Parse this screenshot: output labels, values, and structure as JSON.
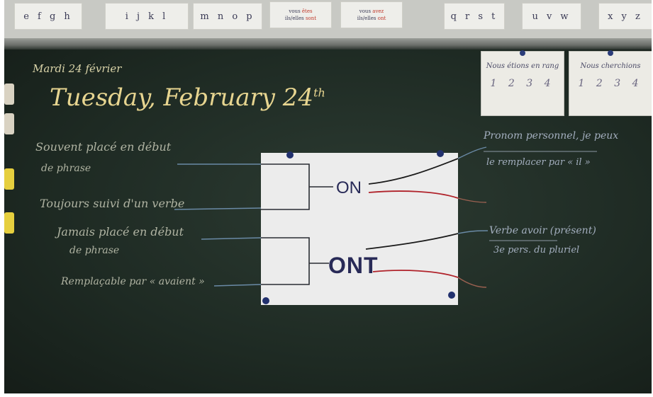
{
  "alphabet_cards": [
    "e f g h",
    "i j k l",
    "m n o p",
    "q r s t",
    "u v w",
    "x y z"
  ],
  "conjugation_cards": [
    {
      "line1": "vous ",
      "hl1": "êtes",
      "line2": "ils/elles ",
      "hl2": "sont"
    },
    {
      "line1": "vous ",
      "hl1": "avez",
      "line2": "ils/elles ",
      "hl2": "ont"
    }
  ],
  "board": {
    "date_fr": "Mardi 24 février",
    "date_en": "Tuesday, February 24",
    "date_en_sup": "th",
    "left_notes": [
      "Souvent placé en début",
      "de phrase",
      "Toujours suivi d'un verbe",
      "Jamais placé en début",
      "de phrase",
      "Remplaçable par « avaient »"
    ],
    "right_notes": [
      "Pronom personnel, je peux",
      "le remplacer par « il »",
      "Verbe avoir (présent)",
      "3e pers. du pluriel"
    ]
  },
  "tags": [
    {
      "text": "Nous étions en rang",
      "numbers": "1 2 3 4"
    },
    {
      "text": "Nous cherchions",
      "numbers": "1 2 3 4"
    }
  ],
  "chart": {
    "word1": "ON",
    "word2": "ONT"
  }
}
